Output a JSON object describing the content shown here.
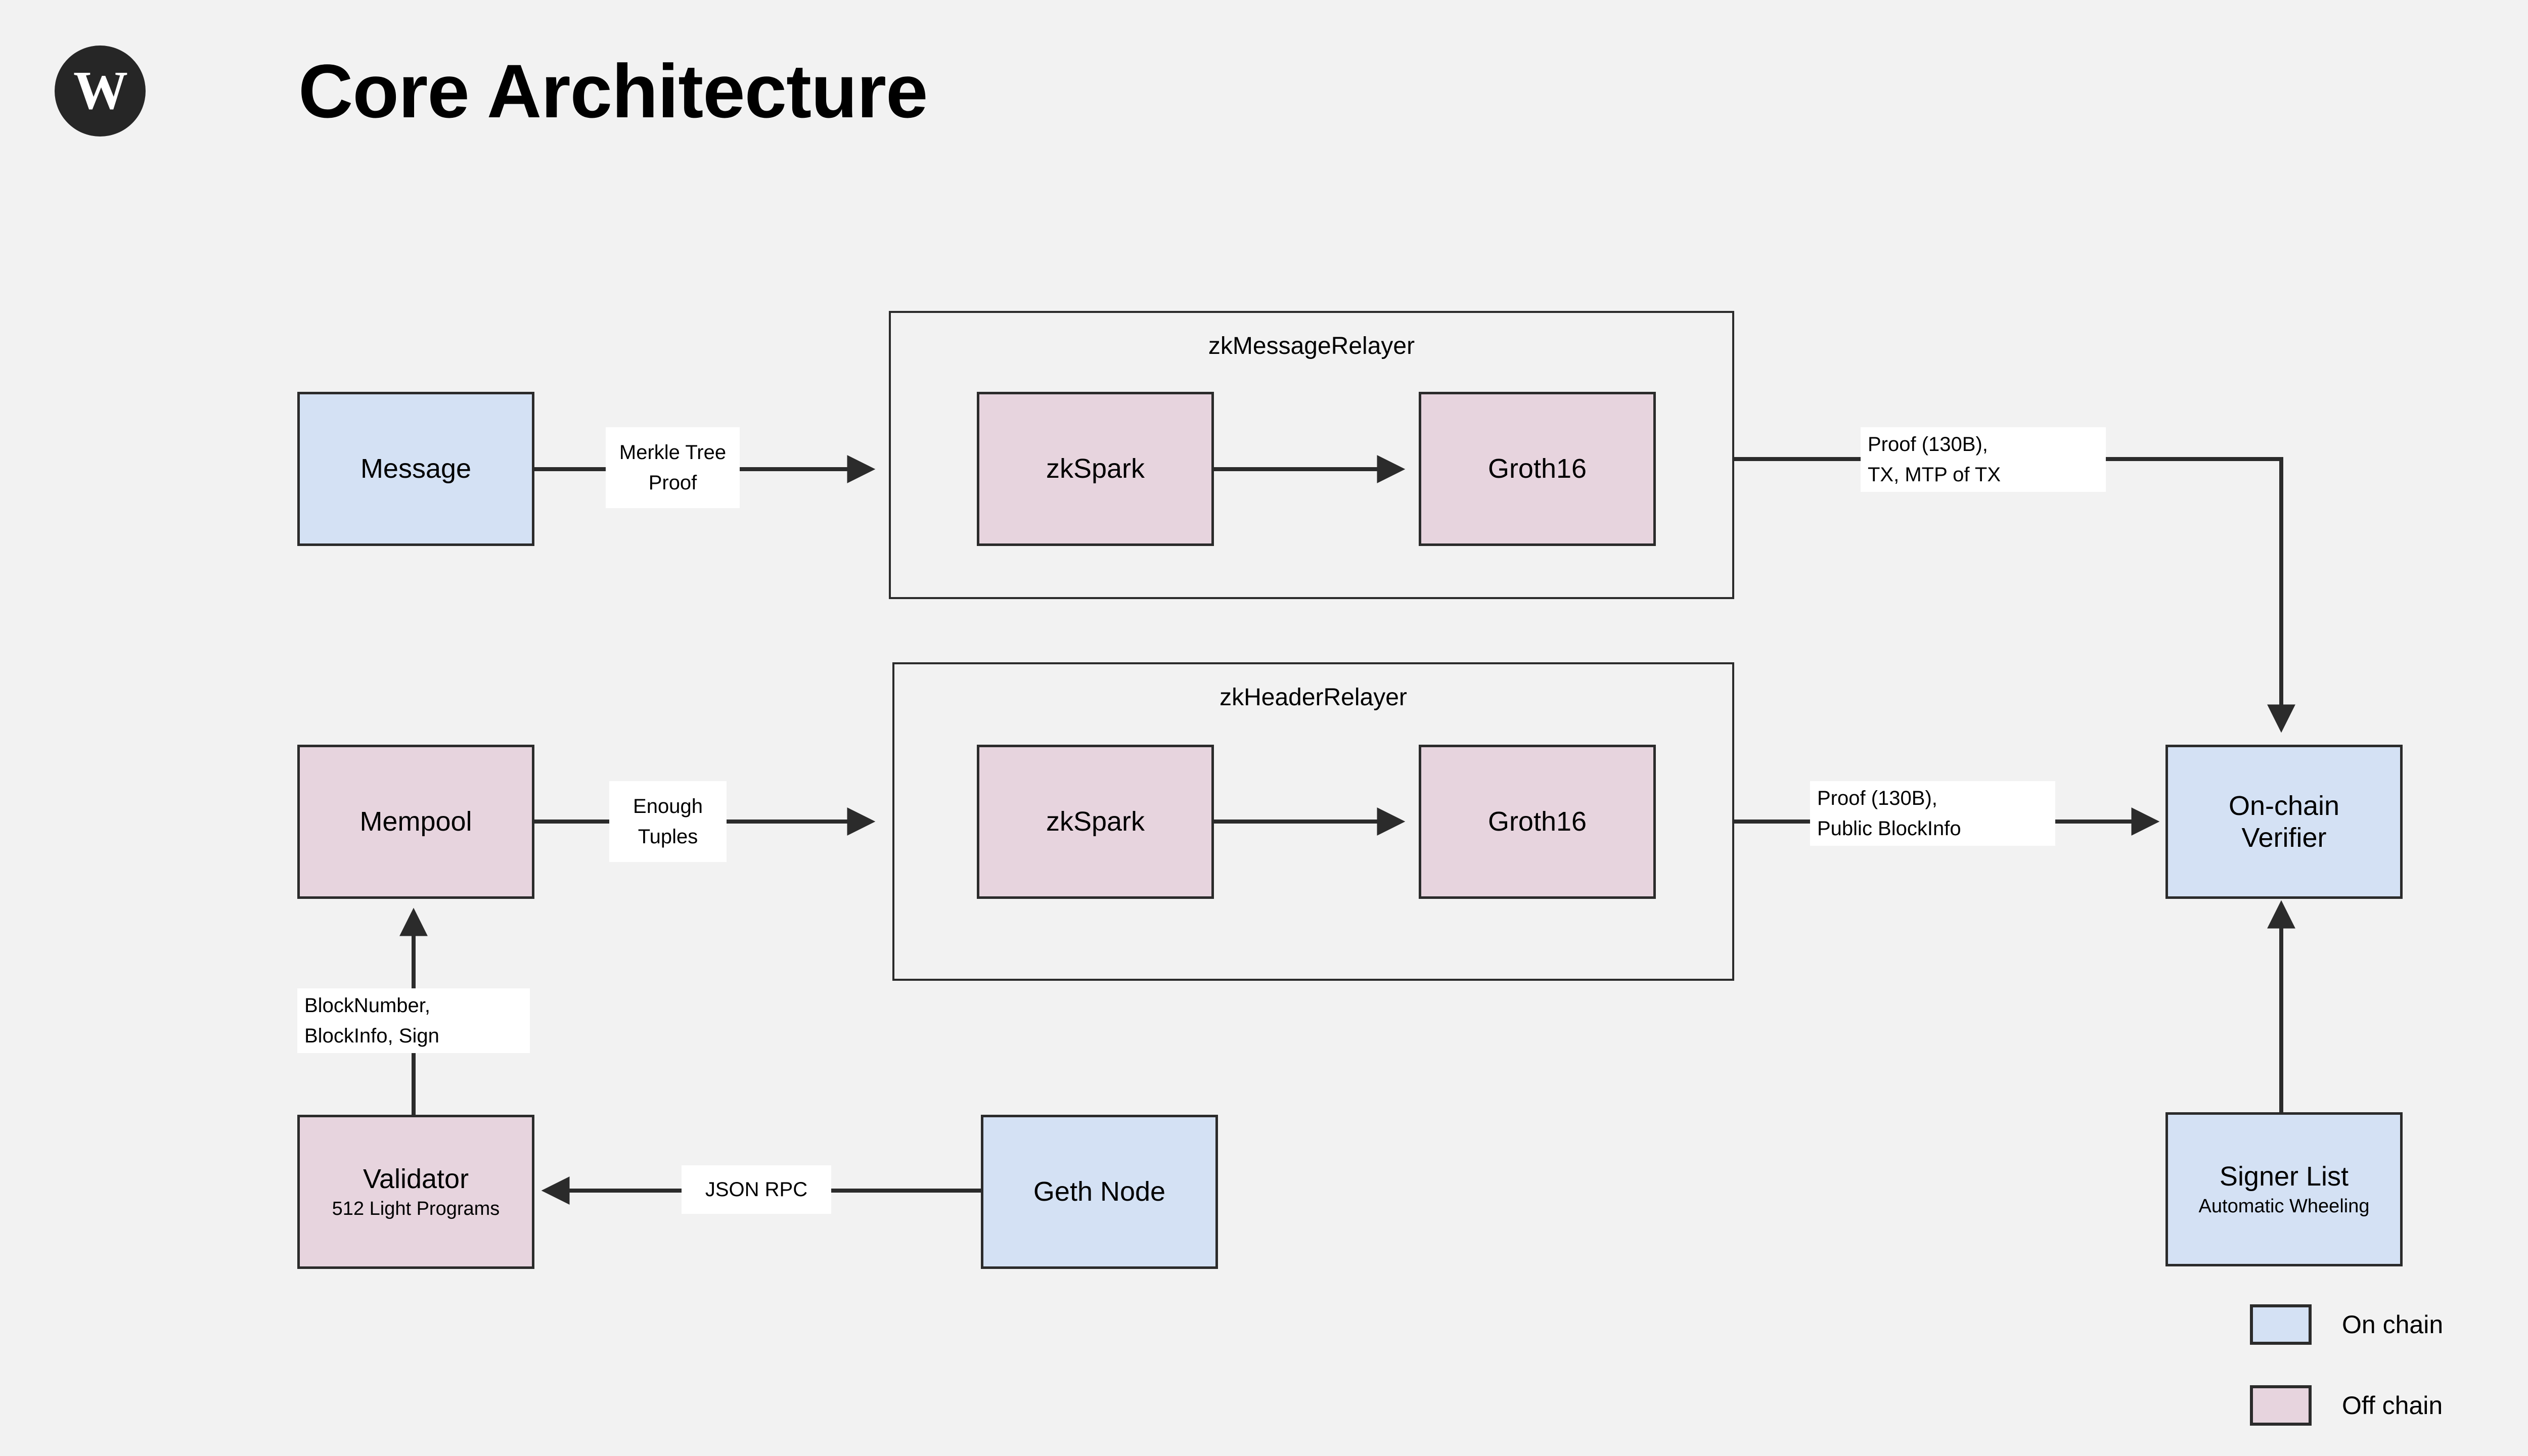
{
  "header": {
    "logo_letter": "W",
    "title": "Core Architecture"
  },
  "nodes": {
    "message": {
      "label": "Message",
      "chain": "On chain"
    },
    "mempool": {
      "label": "Mempool",
      "chain": "Off chain"
    },
    "validator": {
      "label": "Validator",
      "sub": "512 Light Programs",
      "chain": "Off chain"
    },
    "geth_node": {
      "label": "Geth Node",
      "chain": "On chain"
    },
    "onchain_verifier": {
      "label_line1": "On-chain",
      "label_line2": "Verifier",
      "chain": "On chain"
    },
    "signer_list": {
      "label": "Signer List",
      "sub": "Automatic Wheeling",
      "chain": "On chain"
    },
    "msg_zkspark": {
      "label": "zkSpark",
      "chain": "Off chain"
    },
    "msg_groth16": {
      "label": "Groth16",
      "chain": "Off chain"
    },
    "hdr_zkspark": {
      "label": "zkSpark",
      "chain": "Off chain"
    },
    "hdr_groth16": {
      "label": "Groth16",
      "chain": "Off chain"
    }
  },
  "groups": {
    "zk_message_relayer": {
      "title": "zkMessageRelayer"
    },
    "zk_header_relayer": {
      "title": "zkHeaderRelayer"
    }
  },
  "edge_labels": {
    "merkle_tree_proof": {
      "line1": "Merkle Tree",
      "line2": "Proof"
    },
    "enough_tuples": {
      "line1": "Enough",
      "line2": "Tuples"
    },
    "proof_tx_mtp": {
      "line1": "Proof (130B),",
      "line2": "TX, MTP of TX"
    },
    "proof_public_blockinfo": {
      "line1": "Proof (130B),",
      "line2": "Public BlockInfo"
    },
    "blocknumber_sign": {
      "line1": "BlockNumber,",
      "line2": "BlockInfo, Sign"
    },
    "json_rpc": {
      "line1": "JSON RPC"
    }
  },
  "legend": {
    "items": [
      {
        "label": "On chain",
        "color": "#d4e1f4"
      },
      {
        "label": "Off chain",
        "color": "#e7d4de"
      }
    ]
  },
  "palette": {
    "background": "#f2f2f2",
    "stroke": "#2b2b2b",
    "on_chain_fill": "#d4e1f4",
    "off_chain_fill": "#e7d4de",
    "text": "#000000",
    "logo_bg": "#262626"
  }
}
